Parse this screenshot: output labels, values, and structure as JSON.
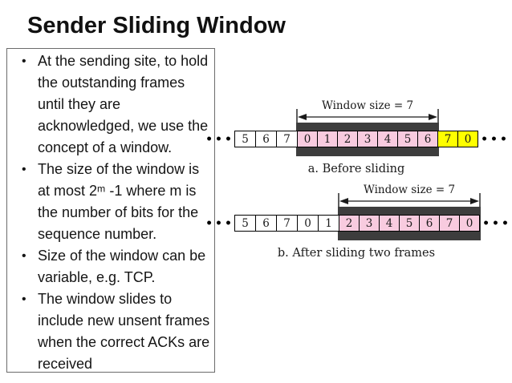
{
  "title": "Sender Sliding Window",
  "bullets": [
    "At the sending site, to hold the outstanding frames until they are acknowledged, we use the concept of a window.",
    "The size of the window is at most 2ᵐ -1 where m is the number of bits for the sequence number.",
    "Size of the window can be variable, e.g. TCP.",
    "The window slides to include new unsent frames when the correct ACKs are received"
  ],
  "colors": {
    "window_band": "#3d3d3d",
    "frame_in_window": "#f8cbdf",
    "frame_next": "#ffff00",
    "frame_outside": "#ffffff",
    "cell_border": "#000000",
    "textbox_border": "#6b6b6b"
  },
  "diagram_a": {
    "window_label": "Window size = 7",
    "caption": "a. Before sliding",
    "ellipsis": "•••",
    "cells": [
      {
        "label": "5",
        "type": "outside"
      },
      {
        "label": "6",
        "type": "outside"
      },
      {
        "label": "7",
        "type": "outside"
      },
      {
        "label": "0",
        "type": "window"
      },
      {
        "label": "1",
        "type": "window"
      },
      {
        "label": "2",
        "type": "window"
      },
      {
        "label": "3",
        "type": "window"
      },
      {
        "label": "4",
        "type": "window"
      },
      {
        "label": "5",
        "type": "window"
      },
      {
        "label": "6",
        "type": "window"
      },
      {
        "label": "7",
        "type": "next"
      },
      {
        "label": "0",
        "type": "next"
      }
    ]
  },
  "diagram_b": {
    "window_label": "Window size = 7",
    "caption": "b. After sliding two frames",
    "ellipsis": "•••",
    "cells": [
      {
        "label": "5",
        "type": "outside"
      },
      {
        "label": "6",
        "type": "outside"
      },
      {
        "label": "7",
        "type": "outside"
      },
      {
        "label": "0",
        "type": "outside"
      },
      {
        "label": "1",
        "type": "outside"
      },
      {
        "label": "2",
        "type": "window"
      },
      {
        "label": "3",
        "type": "window"
      },
      {
        "label": "4",
        "type": "window"
      },
      {
        "label": "5",
        "type": "window"
      },
      {
        "label": "6",
        "type": "window"
      },
      {
        "label": "7",
        "type": "window"
      },
      {
        "label": "0",
        "type": "window"
      }
    ]
  }
}
